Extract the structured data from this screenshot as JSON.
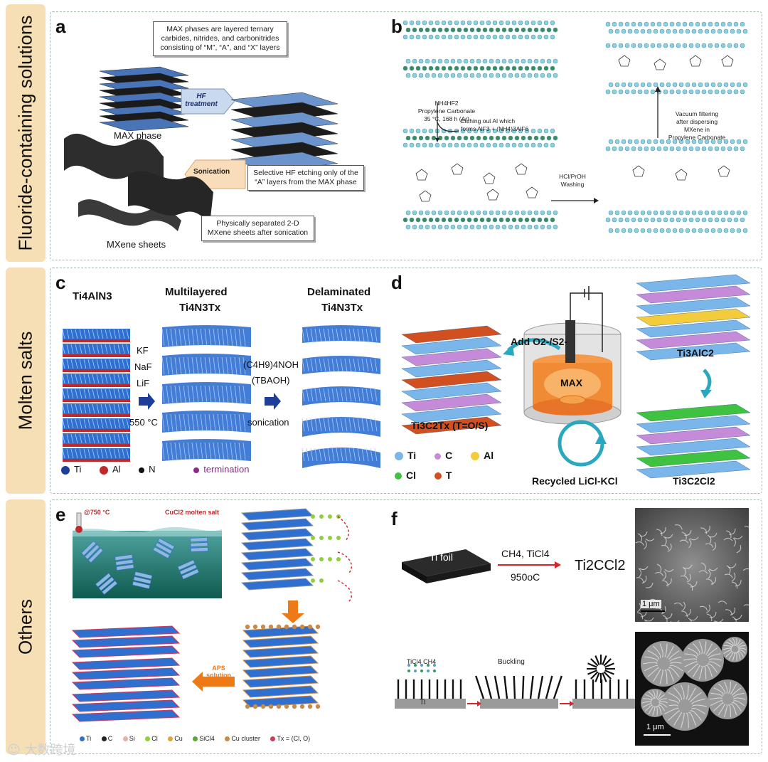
{
  "rows": [
    {
      "label": "Fluoride-containing solutions"
    },
    {
      "label": "Molten salts"
    },
    {
      "label": "Others"
    }
  ],
  "panels": {
    "a": {
      "letter": "a",
      "callout_max": "MAX phases are layered ternary carbides, nitrides, and carbonitrides consisting of “M”, “A”, and “X” layers",
      "hf_treatment": "HF treatment",
      "max_phase": "MAX phase",
      "sonication": "Sonication",
      "callout_hf": "Selective HF etching only of the “A” layers from the MAX phase",
      "callout_sheets": "Physically separated 2-D MXene sheets after sonication",
      "mxene_sheets": "MXene sheets"
    },
    "b": {
      "letter": "b",
      "step1": "NH4HF2\nPropylene Carbonate\n35 °C, 168 h (Ar)",
      "step1_side": "Etching out Al which\nforms AlF3 + (NH4)3AlF6",
      "wash": "HCl/PrOH\nWashing",
      "vac": "Vacuum filtering\nafter dispersing\nMXene in\nPropylene Carbonate"
    },
    "c": {
      "letter": "c",
      "col1": "Ti4AlN3",
      "col2_top": "Multilayered",
      "col2": "Ti4N3Tx",
      "col3_top": "Delaminated",
      "col3": "Ti4N3Tx",
      "salts": [
        "KF",
        "NaF",
        "LiF"
      ],
      "temp": "550 °C",
      "reagent1": "(C4H9)4NOH",
      "reagent2": "(TBAOH)",
      "sonication": "sonication",
      "legend": [
        "Ti",
        "Al",
        "N",
        "termination"
      ]
    },
    "d": {
      "letter": "d",
      "add": "Add O2-/S2-",
      "max": "MAX",
      "product": "Ti3C2Tx (T=O/S)",
      "precursor": "Ti3AlC2",
      "chloride": "Ti3C2Cl2",
      "recycled": "Recycled LiCl-KCl",
      "legend": [
        "Ti",
        "C",
        "Al",
        "Cl",
        "T"
      ]
    },
    "e": {
      "letter": "e",
      "temp": "@750 °C",
      "salt": "CuCl2 molten salt",
      "aps": "APS\nsolution",
      "legend": [
        "Ti",
        "C",
        "Si",
        "Cl",
        "Cu",
        "SiCl4",
        "Cu cluster",
        "Tx = (Cl, O)"
      ]
    },
    "f": {
      "letter": "f",
      "foil": "Ti foil",
      "reagents": "CH4, TiCl4",
      "temp": "950oC",
      "product": "Ti2CCl2",
      "scale1": "1 μm",
      "scale2": "1 μm",
      "gases": "TiCl4  CH4",
      "buckling": "Buckling",
      "substrate": "Ti"
    }
  },
  "colors": {
    "band": "#f6dfb5",
    "panel_border": "#9fbfa8",
    "ti": "#2f6fd0",
    "al_red": "#c0282a",
    "arrow_blue": "#1d3f9a",
    "arrow_red": "#d8232a",
    "arrow_orange": "#ee7a17",
    "teal": "#2aa8bf"
  },
  "watermark": "大数跨境"
}
